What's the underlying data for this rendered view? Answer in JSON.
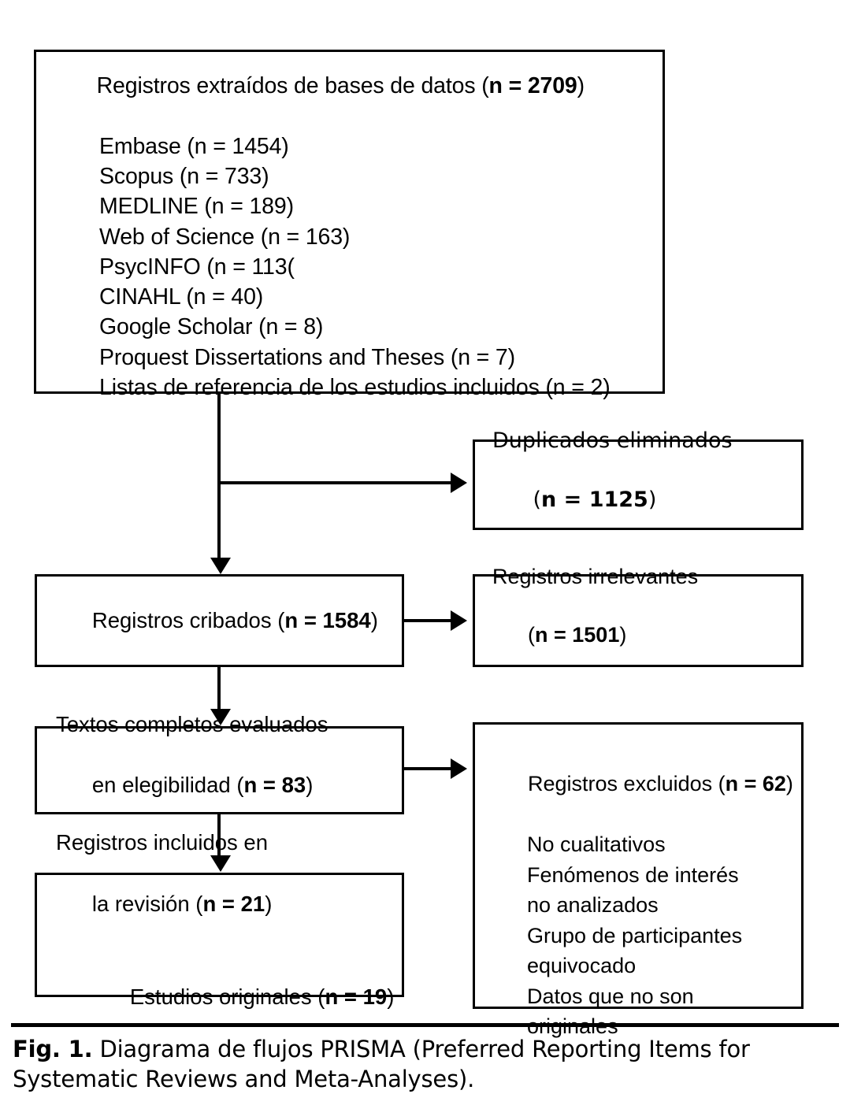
{
  "figure": {
    "caption_label": "Fig. 1.",
    "caption_text": " Diagrama de flujos PRISMA (Preferred Reporting Items for Systematic Reviews and Meta-Analyses)."
  },
  "colors": {
    "border": "#000000",
    "background": "#ffffff",
    "text": "#000000"
  },
  "flow": {
    "identification": {
      "title_prefix": "Registros extraídos de bases de datos (",
      "title_bold": "n = 2709",
      "title_suffix": ")",
      "total": 2709,
      "sources": [
        {
          "name": "Embase",
          "line": "Embase (n = 1454)",
          "n": 1454
        },
        {
          "name": "Scopus",
          "line": "Scopus (n = 733)",
          "n": 733
        },
        {
          "name": "MEDLINE",
          "line": "MEDLINE (n = 189)",
          "n": 189
        },
        {
          "name": "Web of Science",
          "line": "Web of Science (n = 163)",
          "n": 163
        },
        {
          "name": "PsycINFO",
          "line": "PsycINFO (n = 113(",
          "n": 113
        },
        {
          "name": "CINAHL",
          "line": "CINAHL (n = 40)",
          "n": 40
        },
        {
          "name": "Google Scholar",
          "line": "Google Scholar (n = 8)",
          "n": 8
        },
        {
          "name": "Proquest Dissertations and Theses",
          "line": "Proquest Dissertations and Theses (n = 7)",
          "n": 7
        },
        {
          "name": "Listas de referencia de los estudios incluidos",
          "line": "Listas de referencia de los estudios incluidos (n = 2)",
          "n": 2
        }
      ]
    },
    "duplicates": {
      "label": "Duplicados eliminados",
      "count_prefix": "(",
      "count_bold": "n = 1125",
      "count_suffix": ")",
      "n": 1125
    },
    "screened": {
      "label_prefix": "Registros cribados (",
      "label_bold": "n = 1584",
      "label_suffix": ")",
      "n": 1584
    },
    "irrelevant": {
      "label": "Registros irrelevantes",
      "count_prefix": "(",
      "count_bold": "n = 1501",
      "count_suffix": ")",
      "n": 1501
    },
    "fulltext": {
      "line1": "Textos completos evaluados",
      "line2_prefix": "en elegibilidad (",
      "line2_bold": "n = 83",
      "line2_suffix": ")",
      "n": 83
    },
    "excluded": {
      "title_prefix": "Registros excluidos (",
      "title_bold": "n = 62",
      "title_suffix": ")",
      "n": 62,
      "reasons": [
        "No cualitativos",
        "Fenómenos de interés",
        "no analizados",
        "Grupo de participantes",
        "equivocado",
        "Datos que no son",
        "originales"
      ]
    },
    "included": {
      "line1": "Registros incluidos en",
      "line2_prefix": "la revisión (",
      "line2_bold": "n = 21",
      "line2_suffix": ")",
      "n": 21,
      "line3_prefix": "Estudios originales (",
      "line3_bold": "n = 19",
      "line3_suffix": ")",
      "originals_n": 19
    }
  }
}
